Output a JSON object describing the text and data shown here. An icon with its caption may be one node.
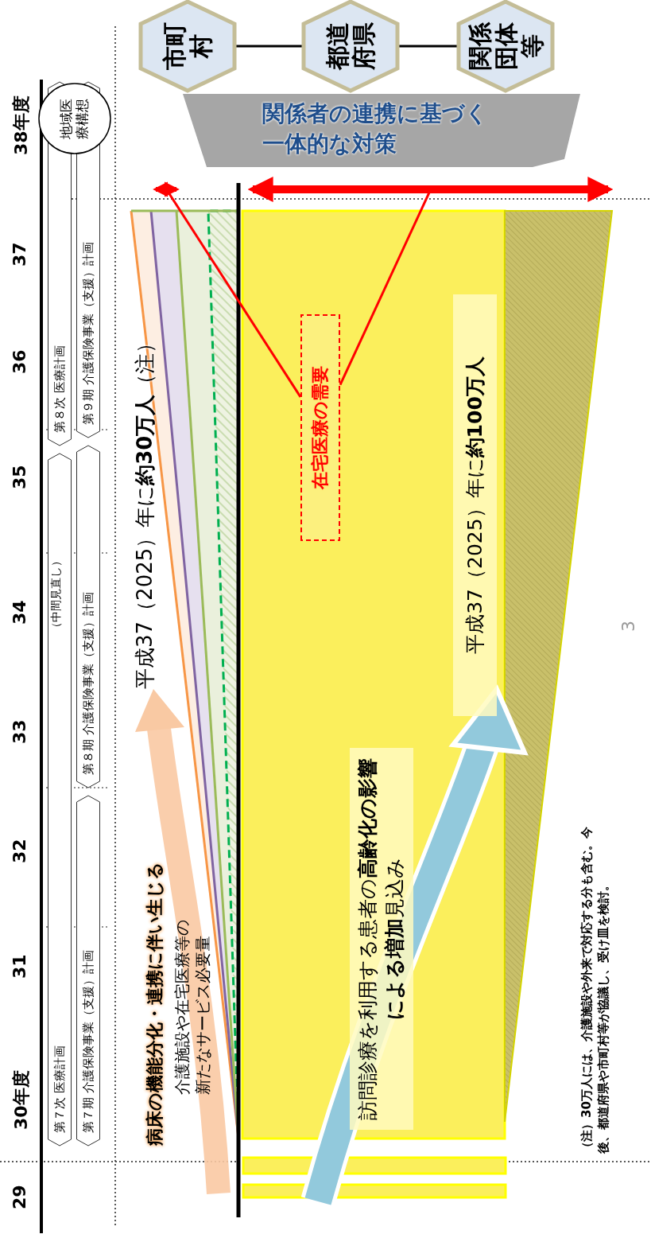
{
  "diagram": {
    "nodes": [
      {
        "text": [
          "市町村"
        ]
      },
      {
        "text": [
          "都道府県"
        ]
      },
      {
        "text": [
          "関係団体等"
        ]
      },
      {
        "text": [
          "関係者の連携に基づく一体的な対策"
        ]
      },
      {
        "text": [
          "第７次 医療計画"
        ]
      },
      {
        "text": [
          "第８次 医療計画"
        ]
      },
      {
        "text": [
          "第７期 介護保険事業（支援）計画"
        ]
      },
      {
        "text": [
          "第８期 介護保険事業（支援）計画"
        ]
      },
      {
        "text": [
          "第９期 介護保険事業（支援）計画"
        ]
      },
      {
        "text": [
          "地域医療構想"
        ]
      },
      {
        "text": [
          "在宅医療の需要"
        ]
      },
      {
        "text": [
          "平成37（2025）年に**約100万人**"
        ]
      },
      {
        "text": [
          "訪問診療を利用する患者の**高齢化の影響による増加**見込み"
        ]
      }
    ],
    "edges": [
      {
        "from": 0,
        "to": 1,
        "arrow": "none"
      },
      {
        "from": 1,
        "to": 2,
        "arrow": "none"
      },
      {
        "from": 10,
        "to": null,
        "arrow": "none",
        "color": "#ff0000"
      },
      {
        "from": 10,
        "to": null,
        "arrow": "none",
        "color": "#ff0000"
      }
    ],
    "labels": [
      "29",
      "30年度",
      "31",
      "32",
      "33",
      "34",
      "35",
      "36",
      "37",
      "38年度",
      "（中間見直し）",
      "平成37（2025）年に**約30万人**（注）",
      "病床の機能分化・連携に伴い生じる",
      "介護施設や在宅医療等の新たなサービス必要量",
      "（注）30万人には、介護施設や外来で対応する分も含む。今後、都道府県や市町村等が協議し、受け皿を検討。",
      "3"
    ]
  }
}
